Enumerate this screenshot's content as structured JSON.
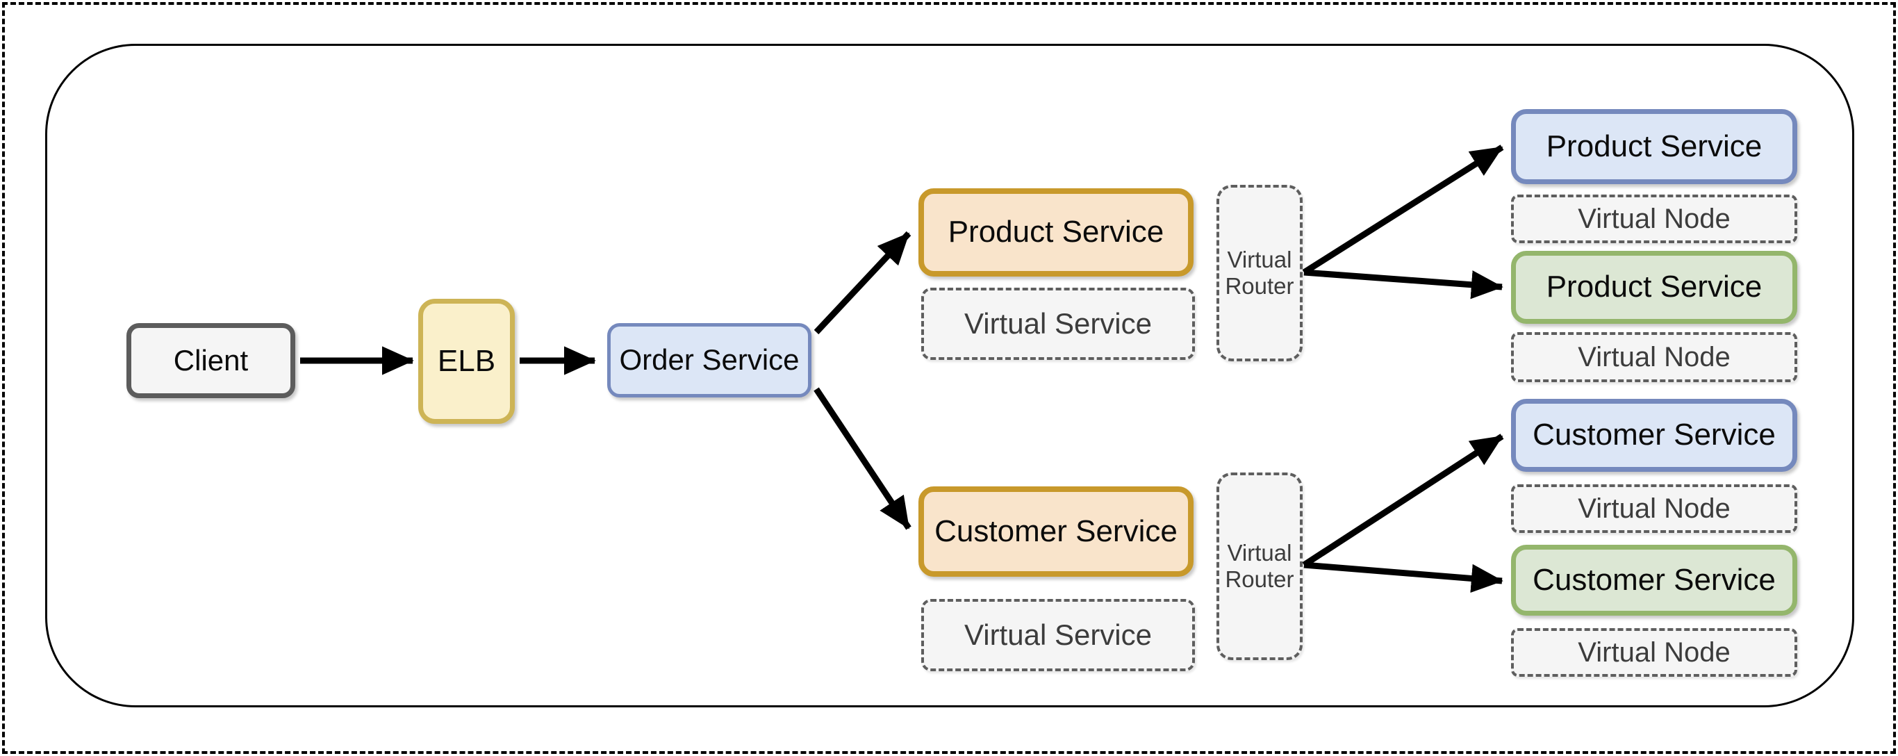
{
  "diagram_type": "service-mesh-architecture",
  "colors": {
    "accent_blue_fill": "#DCE6F6",
    "accent_blue_border": "#7589BD",
    "accent_green_fill": "#DCE7D4",
    "accent_green_border": "#94B66C",
    "accent_orange_fill": "#F9E4CB",
    "accent_orange_border": "#C8992B",
    "accent_yellow_fill": "#FAF0CB",
    "accent_yellow_border": "#CDB456",
    "neutral_fill": "#F5F5F5",
    "neutral_border": "#5E5E5E",
    "client_border": "#5C5C5C",
    "label_text": "#0B0B0B",
    "virtual_text": "#3C3C3C",
    "arrow_color": "#000000",
    "boundary_color": "#000000"
  },
  "nodes": {
    "client": {
      "label": "Client"
    },
    "elb": {
      "label": "ELB"
    },
    "order_service": {
      "label": "Order Service"
    },
    "product_service": {
      "label": "Product Service"
    },
    "product_virtual_service": {
      "label": "Virtual Service"
    },
    "product_virtual_router": {
      "label": "Virtual Router"
    },
    "product_node_a": {
      "label": "Product Service"
    },
    "product_node_a_virtual_node": {
      "label": "Virtual Node"
    },
    "product_node_b": {
      "label": "Product Service"
    },
    "product_node_b_virtual_node": {
      "label": "Virtual Node"
    },
    "customer_service": {
      "label": "Customer Service"
    },
    "customer_virtual_service": {
      "label": "Virtual Service"
    },
    "customer_virtual_router": {
      "label": "Virtual Router"
    },
    "customer_node_a": {
      "label": "Customer Service"
    },
    "customer_node_a_virtual_node": {
      "label": "Virtual Node"
    },
    "customer_node_b": {
      "label": "Customer Service"
    },
    "customer_node_b_virtual_node": {
      "label": "Virtual Node"
    }
  },
  "edges": [
    {
      "from": "client",
      "to": "elb"
    },
    {
      "from": "elb",
      "to": "order_service"
    },
    {
      "from": "order_service",
      "to": "product_service"
    },
    {
      "from": "order_service",
      "to": "customer_service"
    },
    {
      "from": "product_virtual_router",
      "to": "product_node_a"
    },
    {
      "from": "product_virtual_router",
      "to": "product_node_b"
    },
    {
      "from": "customer_virtual_router",
      "to": "customer_node_a"
    },
    {
      "from": "customer_virtual_router",
      "to": "customer_node_b"
    }
  ]
}
